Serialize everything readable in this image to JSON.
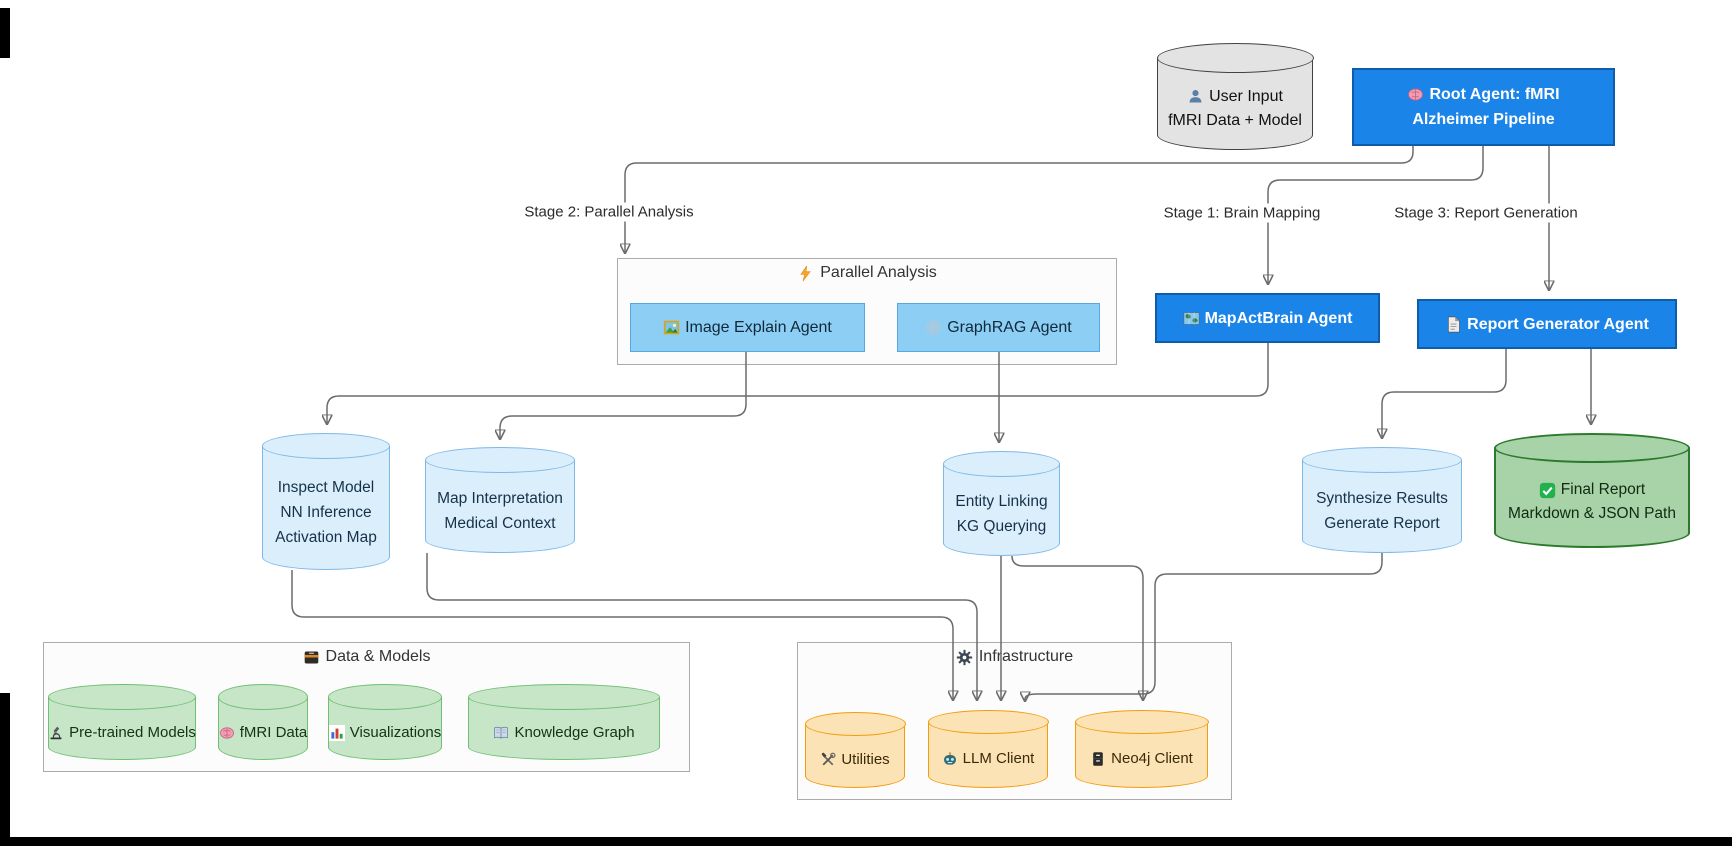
{
  "edge_labels": {
    "stage1": "Stage 1: Brain Mapping",
    "stage2": "Stage 2: Parallel Analysis",
    "stage3": "Stage 3: Report Generation"
  },
  "subgraphs": {
    "parallel": {
      "icon": "lightning-icon",
      "label": "Parallel Analysis"
    },
    "data_models": {
      "icon": "archive-box-icon",
      "label": "Data & Models"
    },
    "infrastructure": {
      "icon": "gear-icon",
      "label": "Infrastructure"
    }
  },
  "nodes": {
    "user_input": {
      "icon": "user-icon",
      "line1": "User Input",
      "line2": "fMRI Data + Model"
    },
    "root_agent": {
      "icon": "brain-icon",
      "line1": "Root Agent: fMRI",
      "line2": "Alzheimer Pipeline"
    },
    "image_explain": {
      "icon": "picture-icon",
      "label": "Image Explain Agent"
    },
    "graphrag": {
      "icon": "web-icon",
      "label": "GraphRAG Agent"
    },
    "mapactbrain": {
      "icon": "map-icon",
      "label": "MapActBrain Agent"
    },
    "report_generator": {
      "icon": "document-icon",
      "label": "Report Generator Agent"
    },
    "inspect_model": {
      "line1": "Inspect Model",
      "line2": "NN Inference",
      "line3": "Activation Map"
    },
    "map_interpretation": {
      "line1": "Map Interpretation",
      "line2": "Medical Context"
    },
    "entity_linking": {
      "line1": "Entity Linking",
      "line2": "KG Querying"
    },
    "synthesize_results": {
      "line1": "Synthesize Results",
      "line2": "Generate Report"
    },
    "final_report": {
      "icon": "check-icon",
      "line1": "Final Report",
      "line2": "Markdown & JSON Path"
    },
    "pretrained_models": {
      "icon": "microscope-icon",
      "label": "Pre-trained Models"
    },
    "fmri_data": {
      "icon": "brain-icon",
      "label": "fMRI Data"
    },
    "visualizations": {
      "icon": "bar-chart-icon",
      "label": "Visualizations"
    },
    "knowledge_graph": {
      "icon": "book-icon",
      "label": "Knowledge Graph"
    },
    "utilities": {
      "icon": "tools-icon",
      "label": "Utilities"
    },
    "llm_client": {
      "icon": "robot-icon",
      "label": "LLM Client"
    },
    "neo4j_client": {
      "icon": "cabinet-icon",
      "label": "Neo4j Client"
    }
  },
  "colors": {
    "agent_primary_fill": "#1b84e8",
    "agent_primary_border": "#0f5cab",
    "agent_secondary_fill": "#8dcef5",
    "agent_secondary_border": "#55a8e0",
    "task_cylinder_fill": "#dbeefc",
    "task_cylinder_border": "#7fb8e8",
    "final_report_fill": "#a8d2a8",
    "final_report_border": "#2c7a2c",
    "data_cylinder_fill": "#c7e5c7",
    "data_cylinder_border": "#6fbf74",
    "infra_cylinder_fill": "#fce3b5",
    "infra_cylinder_border": "#f29d0e",
    "input_cylinder_fill": "#e3e3e3",
    "input_cylinder_border": "#424242",
    "edge_color": "#6b6b6b"
  }
}
